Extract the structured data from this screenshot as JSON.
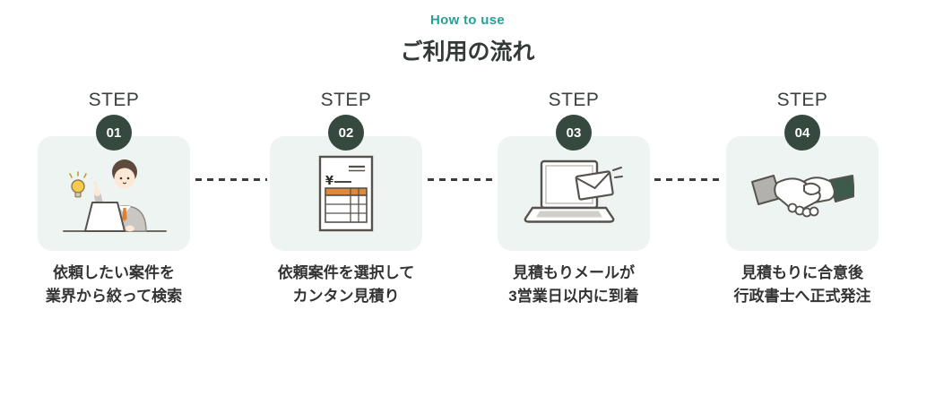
{
  "header": {
    "subtitle": "How to use",
    "title": "ご利用の流れ"
  },
  "steps": [
    {
      "label": "STEP",
      "number": "01",
      "illustration": "person-searching-laptop-illustration",
      "desc_line1": "依頼したい案件を",
      "desc_line2": "業界から絞って検索"
    },
    {
      "label": "STEP",
      "number": "02",
      "illustration": "estimate-invoice-illustration",
      "desc_line1": "依頼案件を選択して",
      "desc_line2": "カンタン見積り"
    },
    {
      "label": "STEP",
      "number": "03",
      "illustration": "laptop-email-illustration",
      "desc_line1": "見積もりメールが",
      "desc_line2": "3営業日以内に到着"
    },
    {
      "label": "STEP",
      "number": "04",
      "illustration": "handshake-illustration",
      "desc_line1": "見積もりに合意後",
      "desc_line2": "行政書士へ正式発注"
    }
  ],
  "colors": {
    "accent-teal": "#27a098",
    "title-dark": "#333a37",
    "step-text": "#3b403d",
    "badge-green": "#35493e",
    "card-bg": "#eef4f2",
    "desc-text": "#333333",
    "connector": "#363d3a",
    "illustration-orange": "#df8a3a",
    "illustration-green": "#3e5a4a",
    "illustration-gray": "#b3b1ae"
  }
}
